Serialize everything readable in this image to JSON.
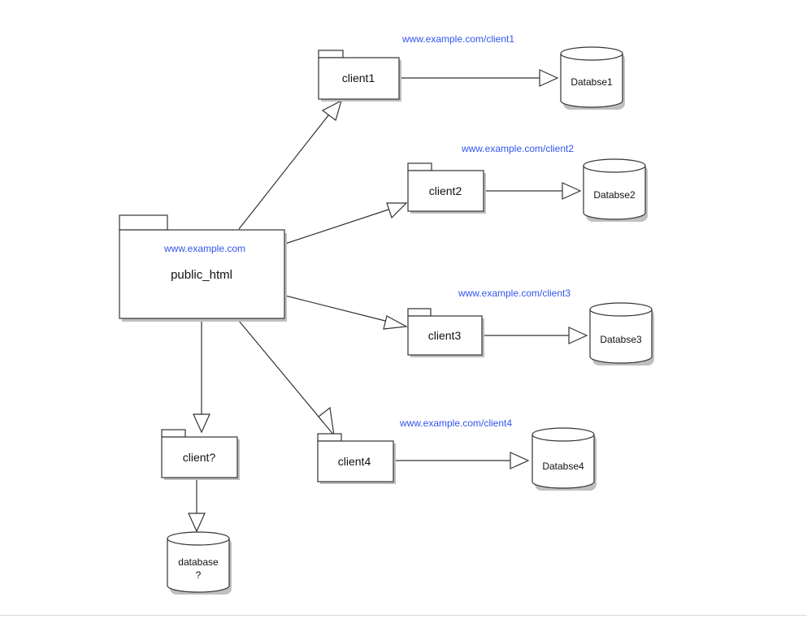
{
  "colors": {
    "url_text": "#3355ee",
    "stroke": "#333333",
    "fill": "#ffffff"
  },
  "nodes": {
    "public_html": {
      "url": "www.example.com",
      "label": "public_html"
    },
    "client1": {
      "label": "client1",
      "url": "www.example.com/client1"
    },
    "client2": {
      "label": "client2",
      "url": "www.example.com/client2"
    },
    "client3": {
      "label": "client3",
      "url": "www.example.com/client3"
    },
    "client4": {
      "label": "client4",
      "url": "www.example.com/client4"
    },
    "client_unknown": {
      "label": "client?"
    }
  },
  "databases": {
    "db1": {
      "label": "Databse1"
    },
    "db2": {
      "label": "Databse2"
    },
    "db3": {
      "label": "Databse3"
    },
    "db4": {
      "label": "Databse4"
    },
    "db_unknown": {
      "line1": "database",
      "line2": "?"
    }
  },
  "edges": [
    {
      "from": "public_html",
      "to": "client1"
    },
    {
      "from": "public_html",
      "to": "client2"
    },
    {
      "from": "public_html",
      "to": "client3"
    },
    {
      "from": "public_html",
      "to": "client4"
    },
    {
      "from": "public_html",
      "to": "client_unknown"
    },
    {
      "from": "client1",
      "to": "db1"
    },
    {
      "from": "client2",
      "to": "db2"
    },
    {
      "from": "client3",
      "to": "db3"
    },
    {
      "from": "client4",
      "to": "db4"
    },
    {
      "from": "client_unknown",
      "to": "db_unknown"
    }
  ]
}
